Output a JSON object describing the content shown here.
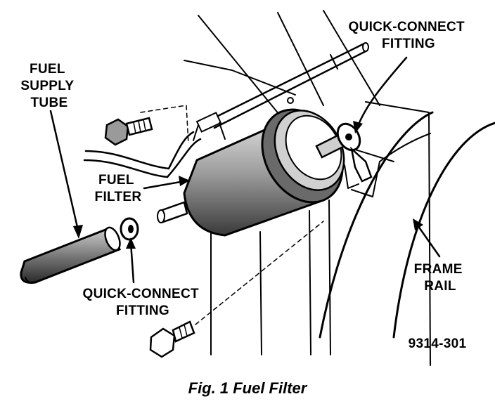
{
  "labels": {
    "fuel_supply_tube": [
      "FUEL",
      "SUPPLY",
      "TUBE"
    ],
    "quick_connect_top": [
      "QUICK-CONNECT",
      "FITTING"
    ],
    "fuel_filter": [
      "FUEL",
      "FILTER"
    ],
    "quick_connect_bottom": [
      "QUICK-CONNECT",
      "FITTING"
    ],
    "frame_rail": [
      "FRAME",
      "RAIL"
    ],
    "part_number": "9314-301"
  },
  "caption": "Fig. 1 Fuel Filter",
  "colors": {
    "ink": "#000000",
    "paper": "#ffffff",
    "shade": "#8a8a8a"
  }
}
